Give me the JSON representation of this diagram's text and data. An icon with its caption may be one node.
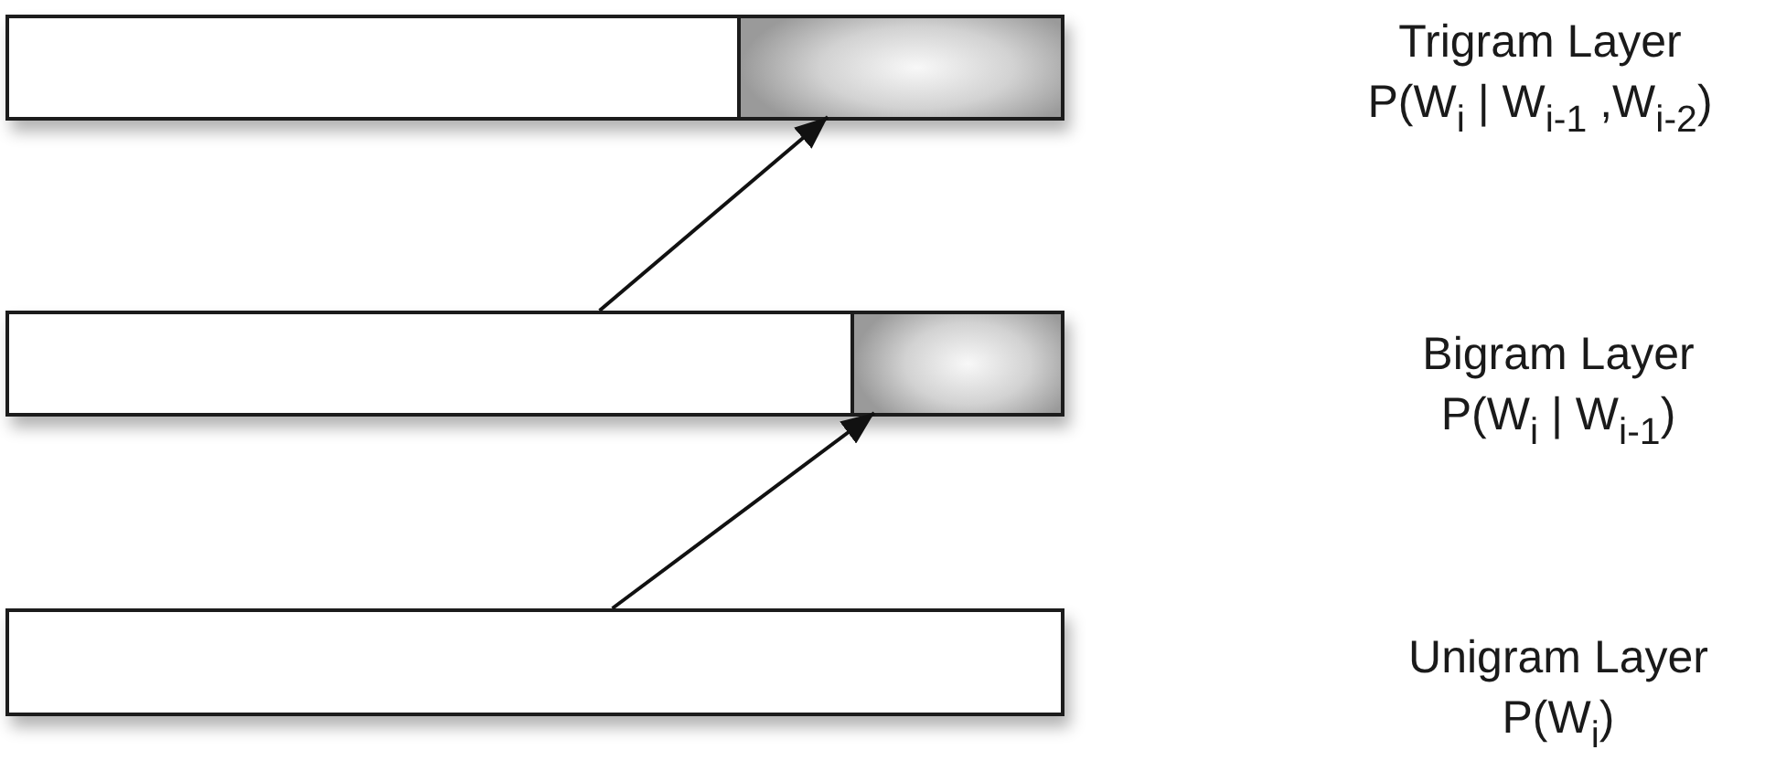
{
  "diagram": {
    "nodes": [
      {
        "text": [],
        "shape": "bar",
        "beside": [
          "Trigram Layer",
          "P(W$_{i}$ | W$_{i-1}$ ,W$_{i-2}$)"
        ]
      },
      {
        "text": [],
        "shape": "box",
        "in": 0
      },
      {
        "text": [],
        "shape": "bar",
        "beside": [
          "Bigram Layer",
          "P(W$_{i}$ | W$_{i-1}$)"
        ]
      },
      {
        "text": [],
        "shape": "box",
        "in": 2
      },
      {
        "text": [],
        "shape": "bar",
        "beside": [
          "Unigram Layer",
          "P(W$_{i}$)"
        ]
      }
    ],
    "edges": [
      {
        "from": 2,
        "to": 1,
        "arrow": "to"
      },
      {
        "from": 4,
        "to": 3,
        "arrow": "to"
      }
    ]
  }
}
